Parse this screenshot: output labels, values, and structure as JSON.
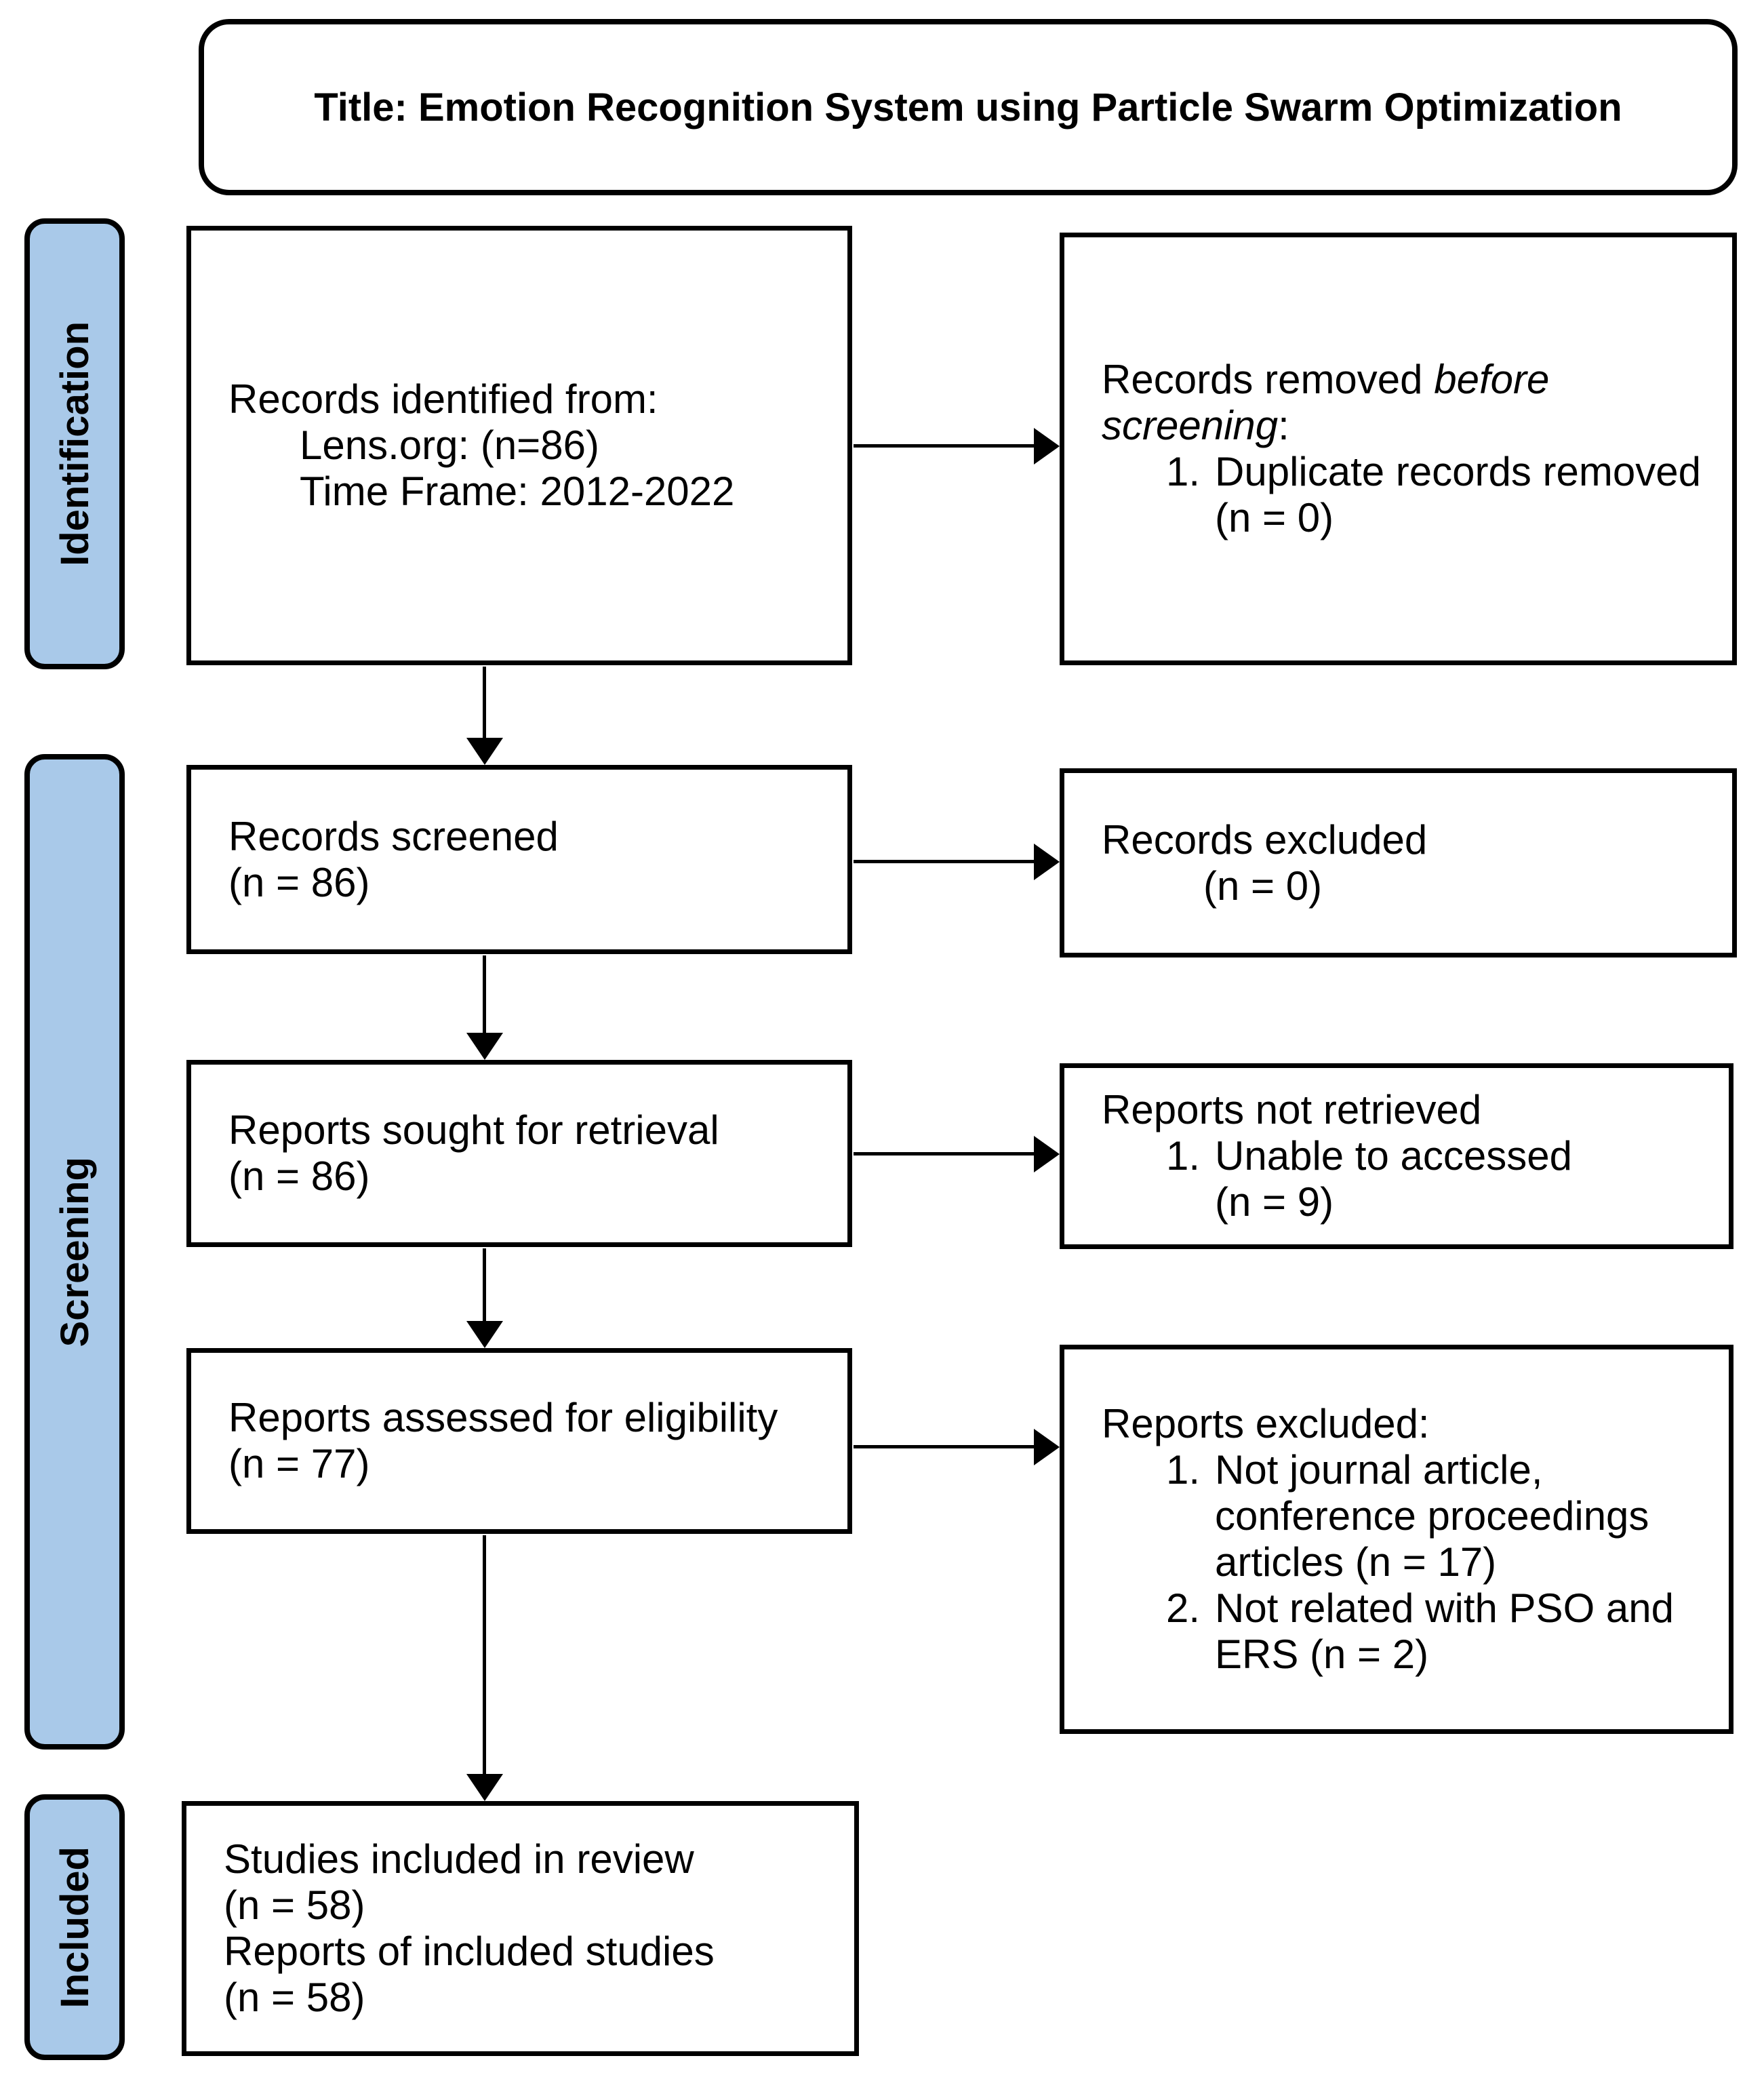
{
  "figure": {
    "title": "Title: Emotion Recognition System using Particle Swarm Optimization"
  },
  "stages": {
    "identification": "Identification",
    "screening": "Screening",
    "included": "Included"
  },
  "boxes": {
    "identified": {
      "line1": "Records identified from:",
      "lines_indented": "Lens.org: (n=86)\nTime Frame: 2012-2022"
    },
    "removed": {
      "prefix": "Records removed ",
      "italic": "before screening",
      "suffix": ":",
      "item1_num": "1.",
      "item1": "Duplicate records removed",
      "item1_n": "(n = 0)"
    },
    "screened": {
      "lines": "Records screened\n(n = 86)"
    },
    "excluded": {
      "line1": "Records excluded",
      "line2": "(n = 0)"
    },
    "sought": {
      "lines": "Reports sought for retrieval\n(n = 86)"
    },
    "not_retrieved": {
      "line1": "Reports not retrieved",
      "item1_num": "1.",
      "item1": "Unable to accessed",
      "item1_n": "(n = 9)"
    },
    "assessed": {
      "lines": "Reports assessed for eligibility\n(n = 77)"
    },
    "reports_excluded": {
      "line1": "Reports excluded:",
      "item1_num": "1.",
      "item1": "Not journal article,\nconference proceedings\narticles (n = 17)",
      "item2_num": "2.",
      "item2": "Not related with PSO and\nERS (n = 2)"
    },
    "included_studies": {
      "lines": "Studies included in review\n(n = 58)\nReports of included studies\n(n = 58)"
    }
  },
  "colors": {
    "stage_fill": "#A9C9E9",
    "line": "#000000",
    "box_fill": "#FFFFFF"
  }
}
